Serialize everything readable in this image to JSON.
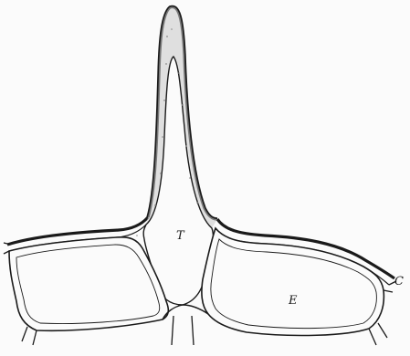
{
  "labels": {
    "trichome": "T",
    "epidermal_cell": "E",
    "cuticle": "C"
  },
  "colors": {
    "background": "#fbfbfb",
    "ink": "#1a1a1a",
    "stipple": "#9a9a9a"
  }
}
